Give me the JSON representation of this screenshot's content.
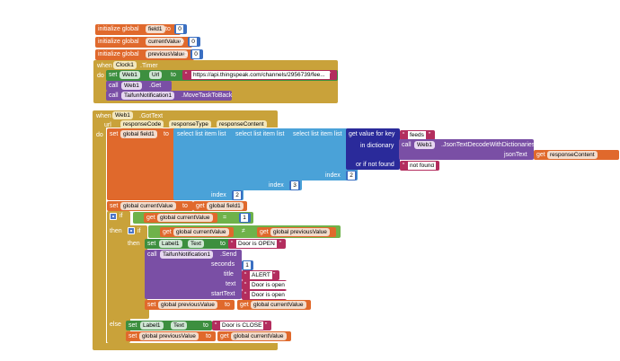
{
  "globals": [
    {
      "keyword": "initialize global",
      "name": "field1",
      "to": "to",
      "value": "0"
    },
    {
      "keyword": "initialize global",
      "name": "currentValue",
      "to": "to",
      "value": "0"
    },
    {
      "keyword": "initialize global",
      "name": "previousValue",
      "to": "to",
      "value": "0"
    }
  ],
  "timer_event": {
    "when": "when",
    "component": "Clock1",
    "event": ".Timer",
    "do": "do",
    "set_kw": "set",
    "set_component": "Web1",
    "set_prop": "Url",
    "to": "to",
    "url": "https://api.thingspeak.com/channels/2956739/fee...",
    "call1_kw": "call",
    "call1_component": "Web1",
    "call1_method": ".Get",
    "call2_kw": "call",
    "call2_component": "TaifunNotification1",
    "call2_method": ".MoveTaskToBack"
  },
  "gottext_event": {
    "when": "when",
    "component": "Web1",
    "event": ".GotText",
    "params_label": "url",
    "params": [
      "responseCode",
      "responseType",
      "responseContent"
    ],
    "do": "do",
    "set_kw": "set",
    "set_var": "global field1",
    "to": "to",
    "select_items": [
      "select list item  list",
      "select list item  list",
      "select list item  list"
    ],
    "index_label": "index",
    "indices": [
      "2",
      "3",
      "2"
    ],
    "get_value_label": "get value for key",
    "key_value": "feeds",
    "in_dictionary": "in dictionary",
    "decode_call_kw": "call",
    "decode_component": "Web1",
    "decode_method": ".JsonTextDecodeWithDictionaries",
    "json_text_label": "jsonText",
    "get_kw": "get",
    "response_content": "responseContent",
    "not_found_label": "or if not found",
    "not_found_value": "not found",
    "set_current_kw": "set",
    "set_current_var": "global currentValue",
    "set_current_to": "to",
    "get_field1_kw": "get",
    "get_field1_var": "global field1",
    "if_kw": "if",
    "compare_left_kw": "get",
    "compare_left_var": "global currentValue",
    "compare_op": "=",
    "compare_right": "1",
    "then_kw": "then",
    "inner_if_kw": "if",
    "inner_left_kw": "get",
    "inner_left_var": "global currentValue",
    "inner_op": "≠",
    "inner_right_kw": "get",
    "inner_right_var": "global previousValue",
    "inner_then_kw": "then",
    "label_set_kw": "set",
    "label_component": "Label1",
    "label_prop": "Text",
    "label_to": "to",
    "door_open": "Door is OPEN",
    "notify_call_kw": "call",
    "notify_component": "TaifunNotification1",
    "notify_method": ".Send",
    "seconds_label": "seconds",
    "seconds_value": "1",
    "title_label": "title",
    "title_value": "ALERT",
    "text_label": "text",
    "text_value": "Door is open",
    "start_text_label": "startText",
    "start_text_value": "Door is open",
    "set_prev_kw": "set",
    "set_prev_var": "global previousValue",
    "set_prev_to": "to",
    "get_current_kw": "get",
    "get_current_var": "global currentValue",
    "else_kw": "else",
    "else_label_set_kw": "set",
    "else_label_component": "Label1",
    "else_label_prop": "Text",
    "else_label_to": "to",
    "door_close": "Door is CLOSE",
    "else_set_prev_kw": "set",
    "else_set_prev_var": "global previousValue",
    "else_set_prev_to": "to",
    "else_get_current_kw": "get",
    "else_get_current_var": "global currentValue"
  },
  "colors": {
    "variable": "#e0692c",
    "event": "#c9a23a",
    "component_set": "#3d8f3f",
    "component_call": "#7a4fa5",
    "list": "#4aa2d8",
    "dictionary": "#2a2a9a",
    "control": "#c9a23a",
    "logic": "#6fb24a",
    "math": "#3a6fc2",
    "text": "#b32d5e"
  }
}
